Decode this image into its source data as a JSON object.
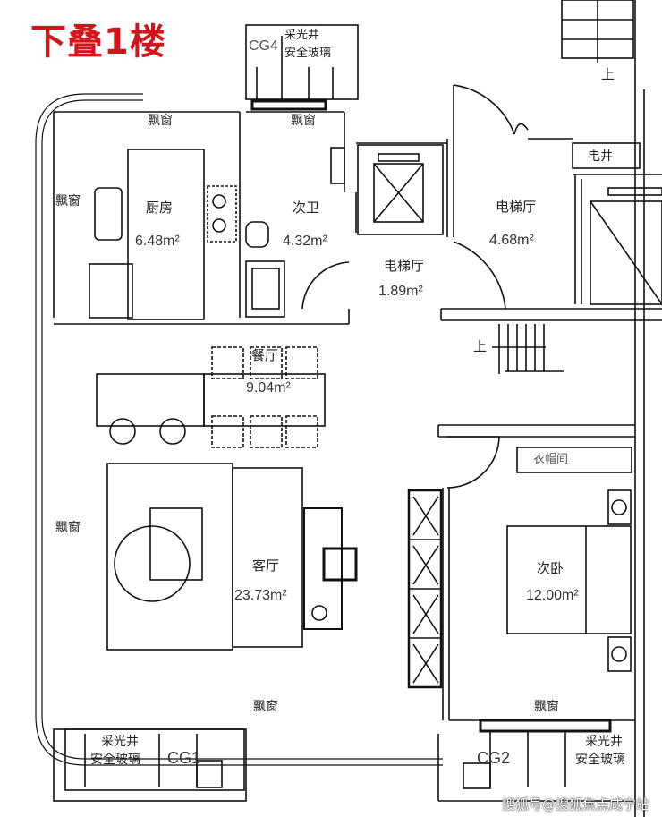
{
  "title": "下叠1楼",
  "rooms": {
    "kitchen": {
      "name": "厨房",
      "area": "6.48m²"
    },
    "bathroom": {
      "name": "次卫",
      "area": "4.32m²"
    },
    "elevator_hall_small": {
      "name": "电梯厅",
      "area": "1.89m²"
    },
    "elevator_hall": {
      "name": "电梯厅",
      "area": "4.68m²"
    },
    "dining": {
      "name": "餐厅",
      "area": "9.04m²"
    },
    "living": {
      "name": "客厅",
      "area": "23.73m²"
    },
    "bedroom": {
      "name": "次卧",
      "area": "12.00m²"
    }
  },
  "labels": {
    "bay_window": "飘窗",
    "electric_shaft": "电井",
    "up": "上",
    "wardrobe": "衣帽间",
    "lightwell_line1": "采光井",
    "lightwell_line2": "安全玻璃",
    "cg1": "CG1",
    "cg2": "CG2",
    "cg4": "CG4"
  },
  "watermark": "搜狐号@搜狐焦点咸宁站",
  "colors": {
    "title": "#d0161b",
    "line": "#111111"
  }
}
